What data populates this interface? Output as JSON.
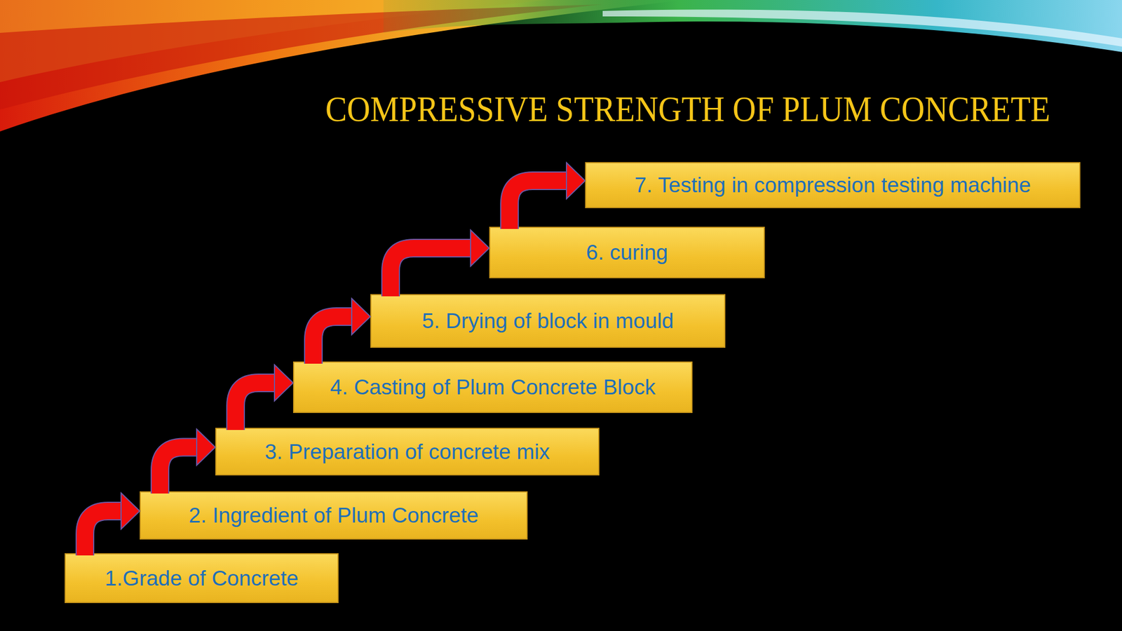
{
  "diagram": {
    "title": "COMPRESSIVE STRENGTH OF PLUM CONCRETE",
    "nodes": [
      {
        "text": [
          "1.Grade of Concrete"
        ]
      },
      {
        "text": [
          "2. Ingredient of Plum Concrete"
        ]
      },
      {
        "text": [
          "3. Preparation of concrete mix"
        ]
      },
      {
        "text": [
          "4. Casting of Plum Concrete Block"
        ]
      },
      {
        "text": [
          "5. Drying of block in mould"
        ]
      },
      {
        "text": [
          "6. curing"
        ]
      },
      {
        "text": [
          "7. Testing in compression testing machine"
        ]
      }
    ],
    "edges": [
      {
        "from": 0,
        "to": 1,
        "arrow": "to"
      },
      {
        "from": 1,
        "to": 2,
        "arrow": "to"
      },
      {
        "from": 2,
        "to": 3,
        "arrow": "to"
      },
      {
        "from": 3,
        "to": 4,
        "arrow": "to"
      },
      {
        "from": 4,
        "to": 5,
        "arrow": "to"
      },
      {
        "from": 5,
        "to": 6,
        "arrow": "to"
      }
    ]
  }
}
